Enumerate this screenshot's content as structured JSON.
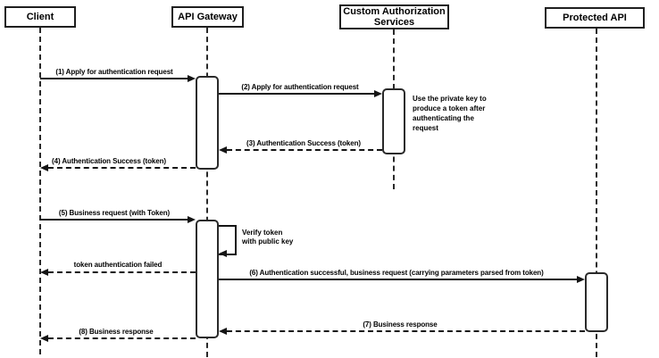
{
  "colors": {
    "background": "#ffffff",
    "line": "#141414",
    "shape_fill": "#ffffff",
    "shape_border": "#1f1f1f",
    "text": "#000000"
  },
  "diagram": {
    "type": "sequence-diagram",
    "actors": [
      {
        "id": "client",
        "label": "Client"
      },
      {
        "id": "api-gateway",
        "label": "API Gateway"
      },
      {
        "id": "custom-auth-services",
        "label": "Custom Authorization Services"
      },
      {
        "id": "protected-api",
        "label": "Protected API"
      }
    ],
    "messages": [
      {
        "from": "client",
        "to": "api-gateway",
        "style": "solid",
        "label": "(1) Apply for authentication request"
      },
      {
        "from": "api-gateway",
        "to": "custom-auth-services",
        "style": "solid",
        "label": "(2) Apply for authentication request"
      },
      {
        "from": "custom-auth-services",
        "to": "api-gateway",
        "style": "dashed",
        "label": "(3) Authentication Success (token)"
      },
      {
        "from": "api-gateway",
        "to": "client",
        "style": "dashed",
        "label": "(4) Authentication Success (token)"
      },
      {
        "from": "client",
        "to": "api-gateway",
        "style": "solid",
        "label": "(5) Business request (with Token)"
      },
      {
        "from": "api-gateway",
        "to": "api-gateway",
        "style": "self",
        "label": "Verify token\nwith public key"
      },
      {
        "from": "api-gateway",
        "to": "client",
        "style": "dashed",
        "label": "token authentication failed"
      },
      {
        "from": "api-gateway",
        "to": "protected-api",
        "style": "solid",
        "label": "(6) Authentication successful, business request (carrying parameters parsed from token)"
      },
      {
        "from": "protected-api",
        "to": "api-gateway",
        "style": "dashed",
        "label": "(7) Business response"
      },
      {
        "from": "api-gateway",
        "to": "client",
        "style": "dashed",
        "label": "(8) Business response"
      }
    ],
    "notes": [
      {
        "attached_to": "custom-auth-services",
        "text": "Use the private key to produce a token after authenticating the request"
      }
    ]
  }
}
